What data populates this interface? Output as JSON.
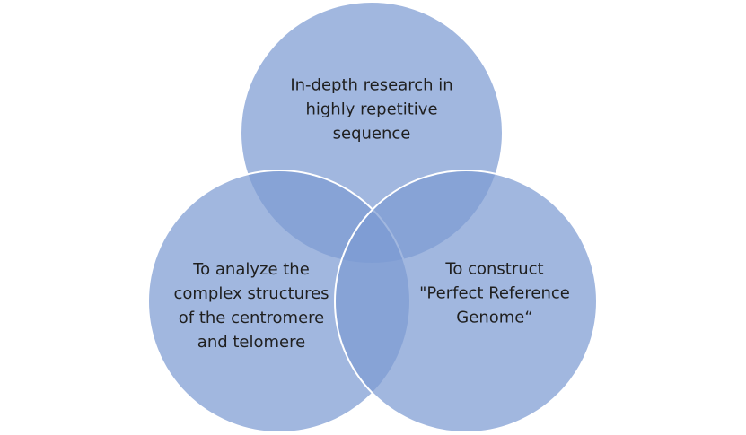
{
  "diagram": {
    "type": "venn",
    "colors": {
      "circle_fill": "#7d9bd2",
      "circle_opacity": 0.72,
      "circle_stroke": "#ffffff",
      "text": "#1f1f1f"
    },
    "circles": [
      {
        "id": "top",
        "label": "In-depth research in\nhighly repetitive\nsequence"
      },
      {
        "id": "left",
        "label": "To analyze the\ncomplex structures\nof the centromere\nand telomere"
      },
      {
        "id": "right",
        "label": "To construct\n\"Perfect Reference\nGenome“"
      }
    ]
  }
}
